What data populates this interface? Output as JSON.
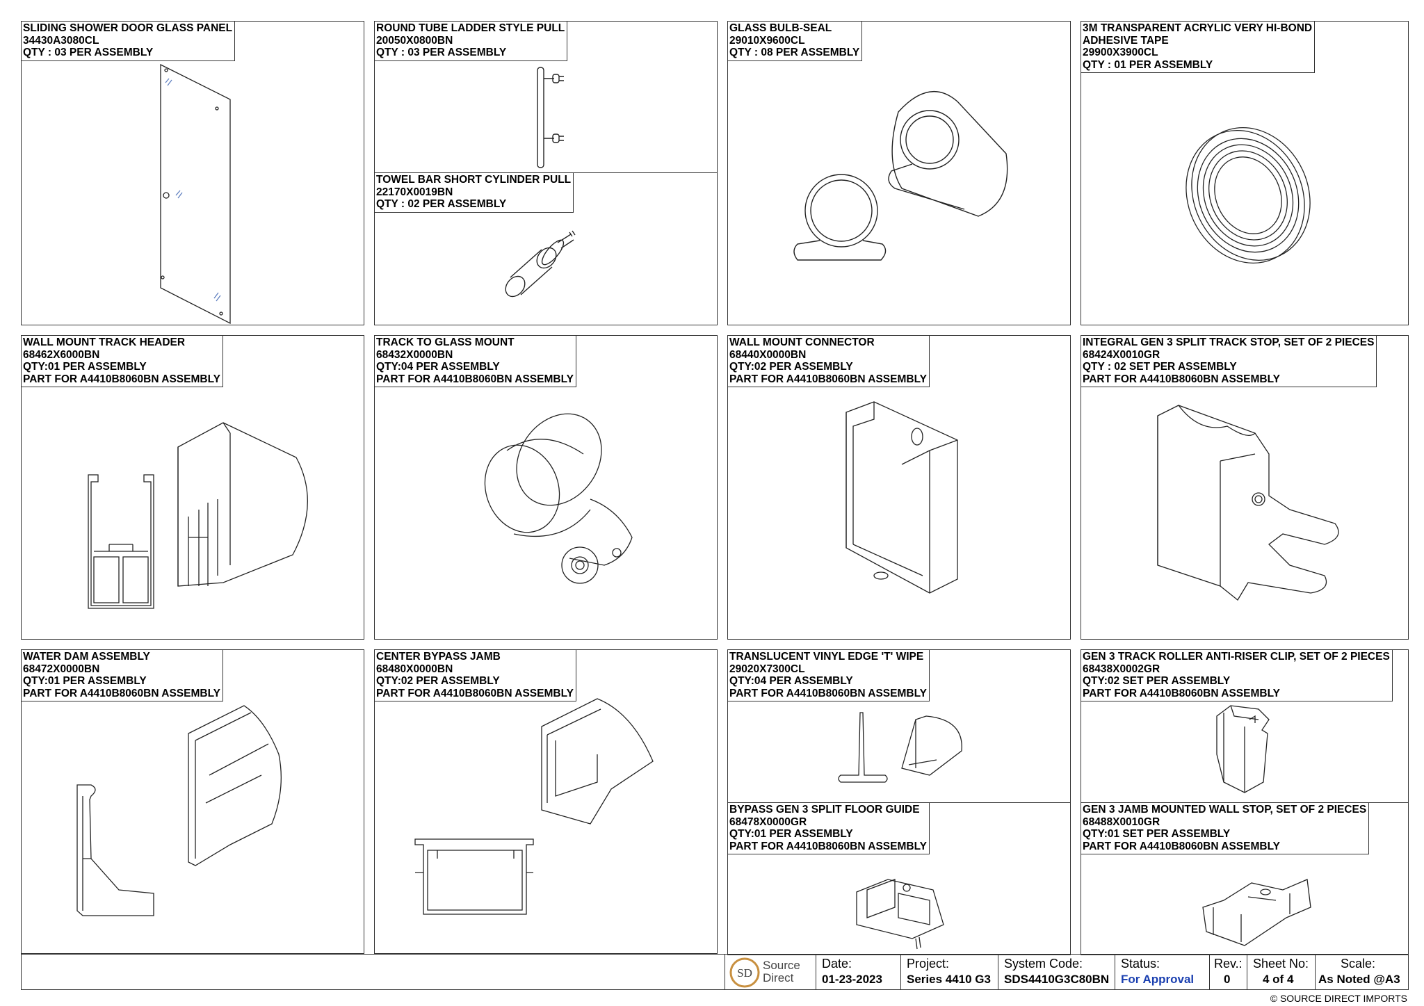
{
  "parts": [
    {
      "lines": [
        "SLIDING SHOWER DOOR GLASS PANEL",
        "34430A3080CL",
        "QTY : 03 PER ASSEMBLY"
      ]
    },
    {
      "lines": [
        "ROUND TUBE LADDER STYLE PULL",
        "20050X0800BN",
        "QTY : 03 PER ASSEMBLY"
      ]
    },
    {
      "lines": [
        "TOWEL BAR SHORT CYLINDER PULL",
        "22170X0019BN",
        "QTY : 02 PER ASSEMBLY"
      ]
    },
    {
      "lines": [
        "GLASS BULB-SEAL",
        "29010X9600CL",
        "QTY : 08 PER ASSEMBLY"
      ]
    },
    {
      "lines": [
        "3M TRANSPARENT ACRYLIC VERY HI-BOND",
        "ADHESIVE TAPE",
        "29900X3900CL",
        "QTY : 01 PER ASSEMBLY"
      ]
    },
    {
      "lines": [
        "WALL MOUNT TRACK HEADER",
        "68462X6000BN",
        "QTY:01 PER ASSEMBLY",
        "PART FOR A4410B8060BN ASSEMBLY"
      ]
    },
    {
      "lines": [
        "TRACK TO GLASS MOUNT",
        "68432X0000BN",
        "QTY:04 PER ASSEMBLY",
        "PART FOR A4410B8060BN ASSEMBLY"
      ]
    },
    {
      "lines": [
        "WALL MOUNT CONNECTOR",
        "68440X0000BN",
        "QTY:02 PER ASSEMBLY",
        "PART FOR A4410B8060BN ASSEMBLY"
      ]
    },
    {
      "lines": [
        "INTEGRAL GEN 3 SPLIT TRACK STOP, SET OF 2 PIECES",
        "68424X0010GR",
        "QTY : 02 SET PER ASSEMBLY",
        "PART FOR A4410B8060BN ASSEMBLY"
      ]
    },
    {
      "lines": [
        "WATER DAM ASSEMBLY",
        "68472X0000BN",
        "QTY:01 PER ASSEMBLY",
        "PART FOR A4410B8060BN ASSEMBLY"
      ]
    },
    {
      "lines": [
        "CENTER BYPASS JAMB",
        "68480X0000BN",
        "QTY:02 PER ASSEMBLY",
        "PART FOR A4410B8060BN ASSEMBLY"
      ]
    },
    {
      "lines": [
        "TRANSLUCENT VINYL EDGE 'T' WIPE",
        "29020X7300CL",
        "QTY:04 PER ASSEMBLY",
        "PART FOR A4410B8060BN ASSEMBLY"
      ]
    },
    {
      "lines": [
        "BYPASS GEN 3 SPLIT FLOOR GUIDE",
        "68478X0000GR",
        "QTY:01 PER ASSEMBLY",
        "PART FOR A4410B8060BN ASSEMBLY"
      ]
    },
    {
      "lines": [
        "GEN 3 TRACK ROLLER ANTI-RISER CLIP, SET OF 2 PIECES",
        "68438X0002GR",
        "QTY:02 SET PER ASSEMBLY",
        "PART FOR A4410B8060BN ASSEMBLY"
      ]
    },
    {
      "lines": [
        "GEN 3 JAMB MOUNTED WALL STOP, SET OF 2 PIECES",
        "68488X0010GR",
        "QTY:01 SET PER ASSEMBLY",
        "PART FOR A4410B8060BN ASSEMBLY"
      ]
    }
  ],
  "title_block": {
    "logo": {
      "line1": "Source",
      "line2": "Direct",
      "mark": "SD"
    },
    "date_label": "Date:",
    "date_value": "01-23-2023",
    "project_label": "Project:",
    "project_value": "Series 4410 G3",
    "system_label": "System Code:",
    "system_value": "SDS4410G3C80BN",
    "status_label": "Status:",
    "status_value": "For Approval",
    "status_color": "#1a3fb0",
    "rev_label": "Rev.:",
    "rev_value": "0",
    "sheet_label": "Sheet No:",
    "sheet_value": "4 of 4",
    "scale_label": "Scale:",
    "scale_value": "As Noted @A3"
  },
  "copyright": "© SOURCE DIRECT IMPORTS"
}
